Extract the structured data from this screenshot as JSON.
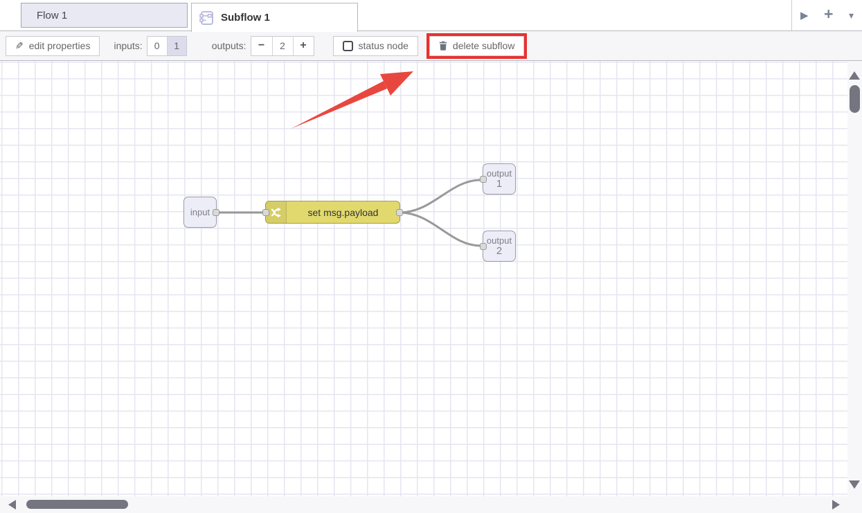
{
  "tabs": {
    "flow": {
      "label": "Flow 1"
    },
    "subflow": {
      "label": "Subflow 1"
    }
  },
  "tabbar": {
    "play_glyph": "▶",
    "plus_glyph": "+",
    "caret_glyph": "▾"
  },
  "toolbar": {
    "pencil_glyph": "✎",
    "edit_properties_label": "edit properties",
    "inputs_label": "inputs:",
    "input_options": [
      "0",
      "1"
    ],
    "selected_input": "1",
    "outputs_label": "outputs:",
    "minus_glyph": "−",
    "outputs_value": "2",
    "plus_glyph": "+",
    "status_node_label": "status node",
    "status_node_checked": false,
    "delete_subflow_label": "delete subflow"
  },
  "canvas": {
    "nodes": {
      "input": {
        "type": "subflow-input-port",
        "label": "input"
      },
      "change": {
        "type": "change-node",
        "label": "set msg.payload"
      },
      "output1": {
        "type": "subflow-output-port",
        "label": "output",
        "number": "1"
      },
      "output2": {
        "type": "subflow-output-port",
        "label": "output",
        "number": "2"
      }
    },
    "wires": [
      {
        "from": "input",
        "to": "set msg.payload"
      },
      {
        "from": "set msg.payload",
        "to": "output 1"
      },
      {
        "from": "set msg.payload",
        "to": "output 2"
      }
    ]
  },
  "annotations": {
    "highlighted_button": "delete subflow",
    "highlight_color": "#e8312f",
    "arrow_color": "#e8473f",
    "arrow_points_to": "delete subflow button"
  },
  "colors": {
    "change_node_fill": "#e2d96e",
    "change_node_border": "#a39b4a",
    "port_node_fill": "#ecedf7",
    "node_border": "#999999",
    "wire": "#999999",
    "grid_line": "#e5e5f0",
    "inactive_tab_fill": "#e9e9f3",
    "selected_toggle_fill": "#dcdcec"
  }
}
